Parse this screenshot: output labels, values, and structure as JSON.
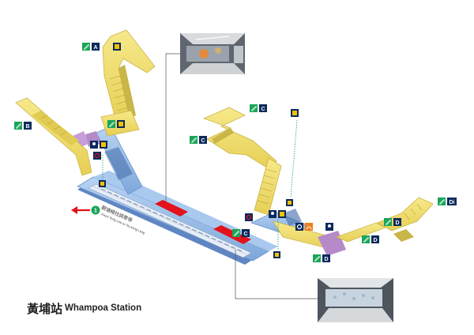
{
  "station": {
    "name_cn": "黃埔站",
    "name_en": "Whampoa Station"
  },
  "platform": {
    "direction_number": "1",
    "direction_cn": "觀塘綫往調景嶺",
    "direction_en": "Kwun Tong Line to Tiu Keng Leng",
    "car_label": "C"
  },
  "exits": {
    "A": "A",
    "B": "B",
    "C1": "C",
    "C2": "C",
    "D": "D",
    "D1": "D",
    "D2": "D",
    "Di": "Di"
  },
  "colors": {
    "walkway": "#f1df6f",
    "walkway_dark": "#c9b548",
    "concourse": "#8fb8e6",
    "platform": "#9ec4ee",
    "exit_badge": "#1aa557",
    "navy_badge": "#0b2a5c",
    "lift_badge": "#f2c200",
    "red_accent": "#e3121b"
  },
  "icons": {
    "exit": "exit-stair-icon",
    "lift": "lift-icon",
    "toilet": "toilet-icon",
    "accessible": "wheelchair-icon",
    "ticket": "ticket-machine-icon"
  }
}
